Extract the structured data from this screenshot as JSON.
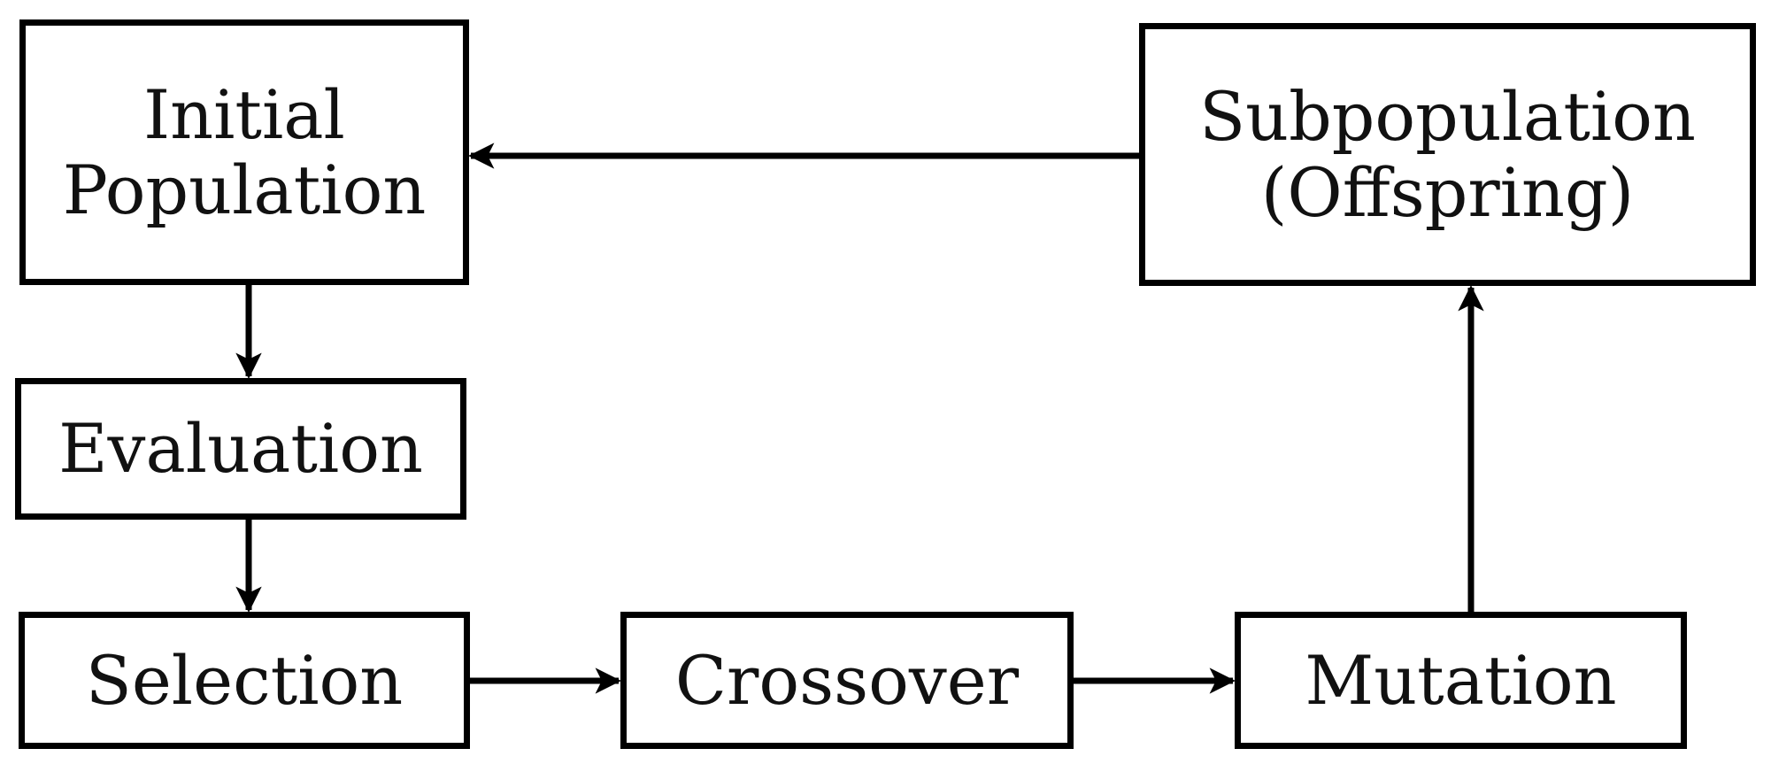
{
  "diagram": {
    "nodes": {
      "initial_population": {
        "line1": "Initial",
        "line2": "Population"
      },
      "evaluation": {
        "label": "Evaluation"
      },
      "selection": {
        "label": "Selection"
      },
      "crossover": {
        "label": "Crossover"
      },
      "mutation": {
        "label": "Mutation"
      },
      "subpopulation": {
        "line1": "Subpopulation",
        "line2": "(Offspring)"
      }
    },
    "edges": [
      {
        "from": "initial_population",
        "to": "evaluation"
      },
      {
        "from": "evaluation",
        "to": "selection"
      },
      {
        "from": "selection",
        "to": "crossover"
      },
      {
        "from": "crossover",
        "to": "mutation"
      },
      {
        "from": "mutation",
        "to": "subpopulation"
      },
      {
        "from": "subpopulation",
        "to": "initial_population"
      }
    ],
    "colors": {
      "stroke": "#000000",
      "background": "#ffffff",
      "text": "#111111"
    }
  }
}
